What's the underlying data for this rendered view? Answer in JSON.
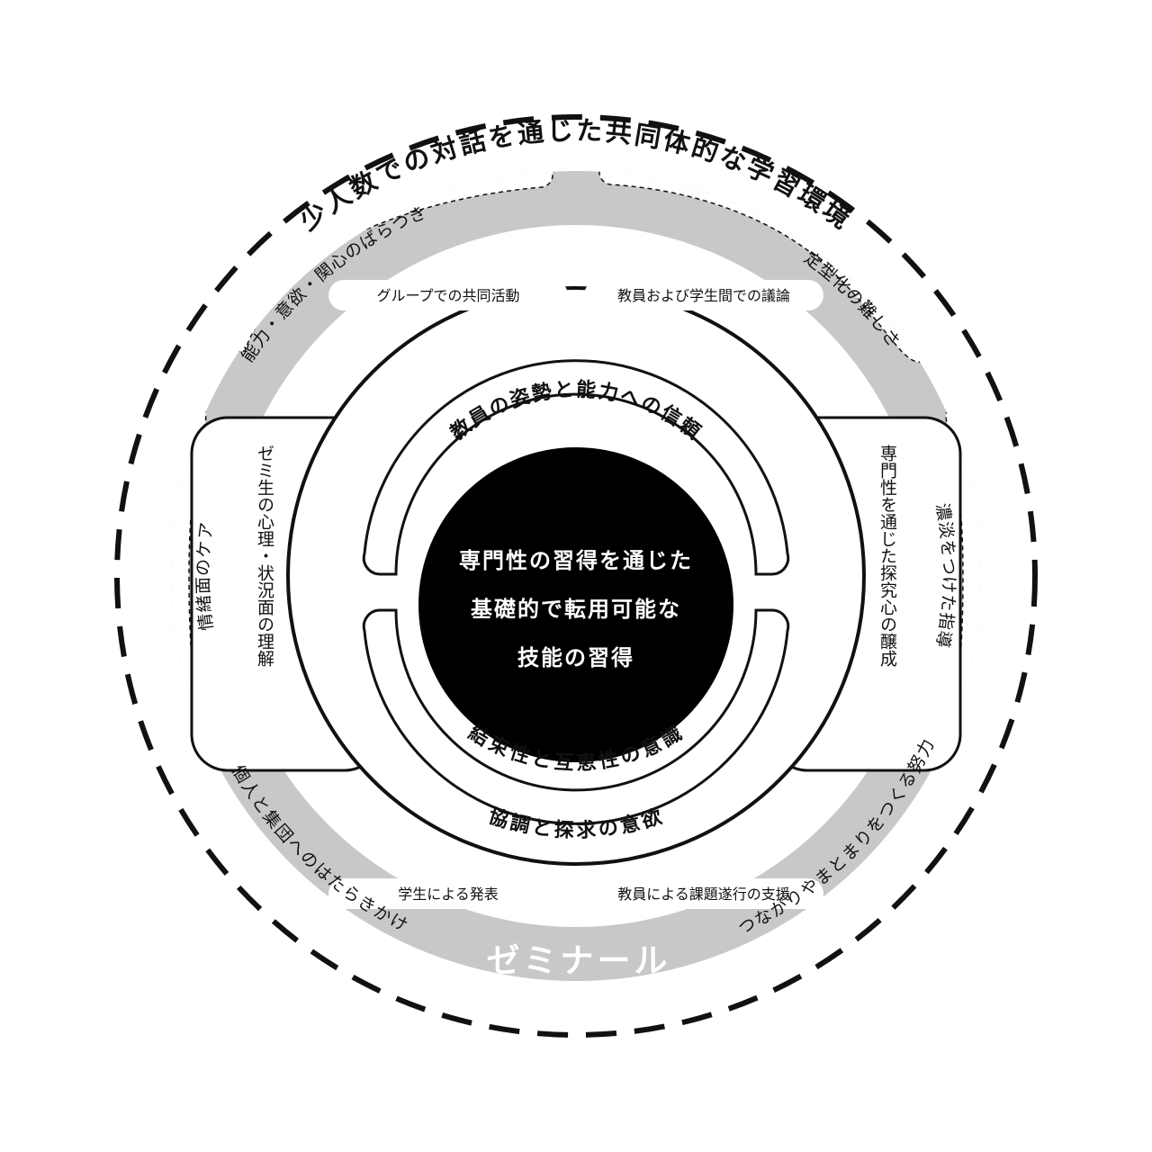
{
  "outer": {
    "title": "少人数での対話を通じた共同体的な学習環境"
  },
  "band_labels": {
    "top_left": "能力・意欲・関心のばらつき",
    "top_right": "定型化の難しさ",
    "left": "情緒面のケア",
    "right": "濃淡をつけた指導",
    "bottom_left": "個人と集団へのはたらきかけ",
    "bottom_right": "つながりやまとまりをつくる努力"
  },
  "pills": {
    "top_left": "グループでの共同活動",
    "top_right": "教員および学生間での議論",
    "bottom_left": "学生による発表",
    "bottom_right": "教員による課題遂行の支援"
  },
  "side_boxes": {
    "left": "ゼミ生の心理・状況面の理解",
    "right": "専門性を通じた探究心の醸成"
  },
  "ring": {
    "top": "教員の姿勢と能力への信頼",
    "bottom_inner": "結束性と互恵性の意識",
    "bottom_outer": "協調と探求の意欲"
  },
  "core": {
    "line1": "専門性の習得を通じた",
    "line2": "基礎的で転用可能な",
    "line3": "技能の習得"
  },
  "seminar": "ゼミナール",
  "colors": {
    "gray_band": "#c8c8c8",
    "core": "#000000",
    "stroke": "#000000"
  }
}
